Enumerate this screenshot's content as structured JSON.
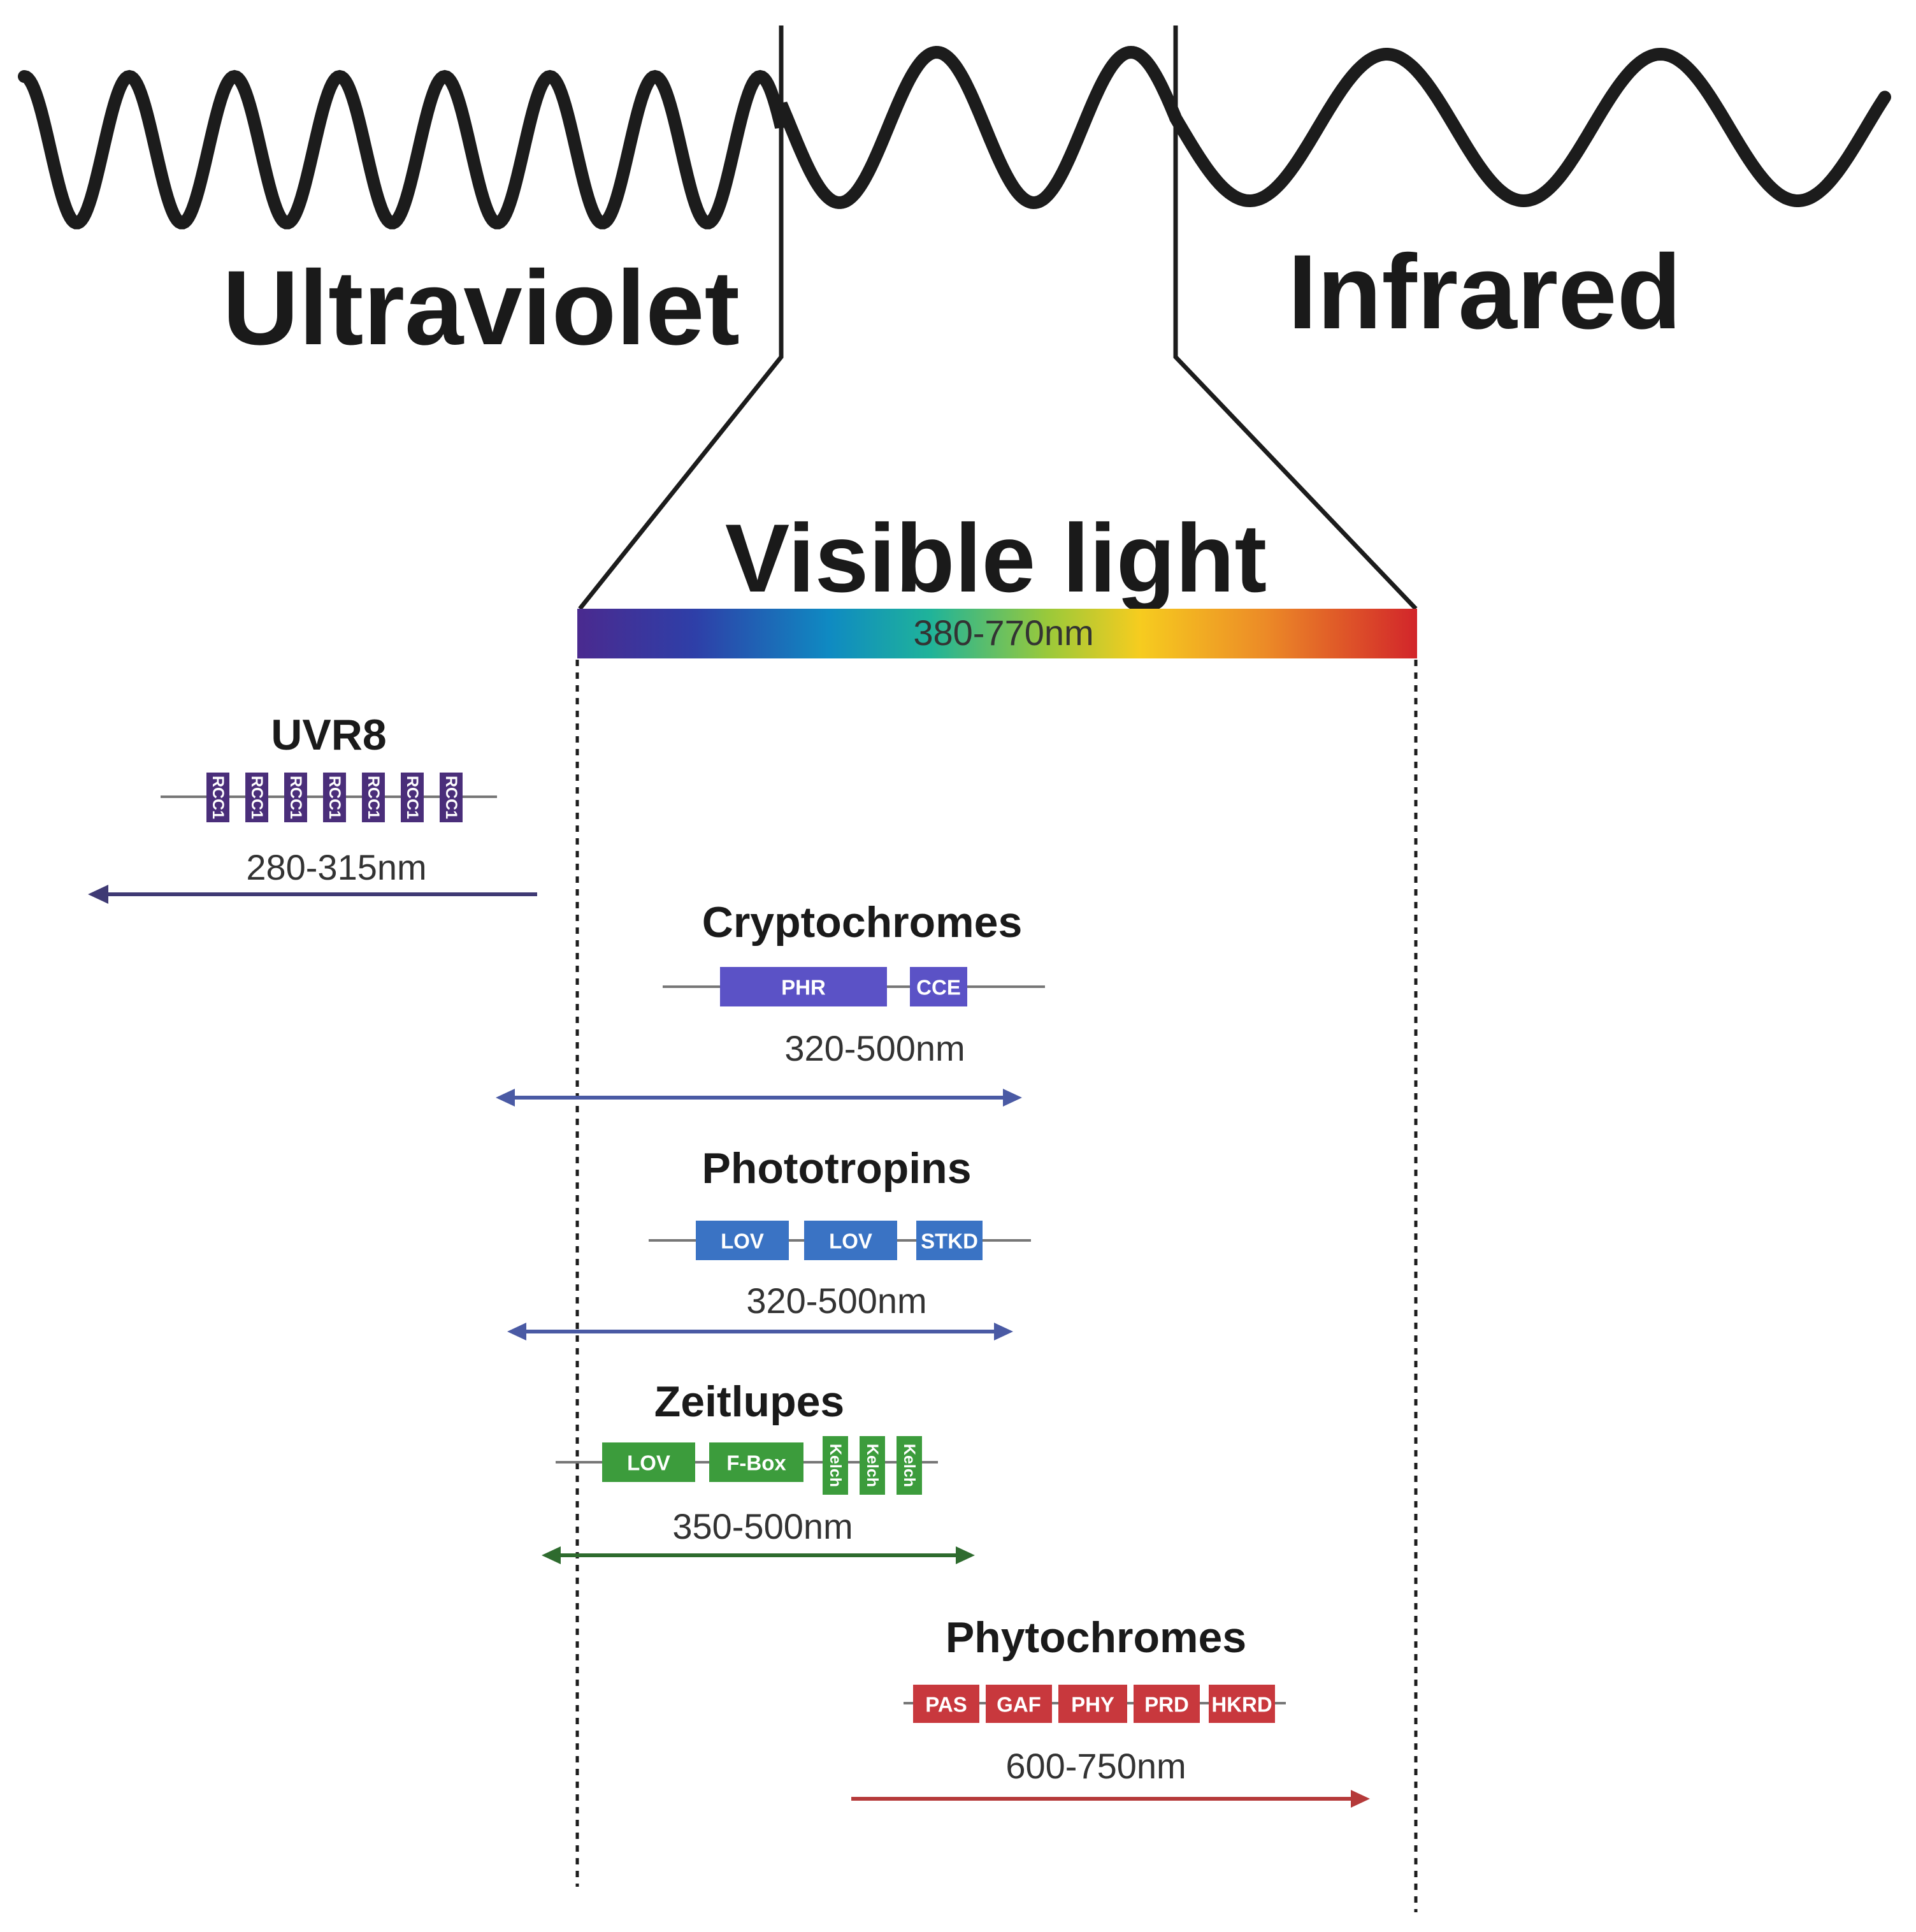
{
  "bands": {
    "uv_label": "Ultraviolet",
    "ir_label": "Infrared",
    "visible_label": "Visible light",
    "visible_range": "380-770nm"
  },
  "colors": {
    "uvr8": "#4a2e7a",
    "cryptochromes": "#5b52c6",
    "phototropins": "#3a73c4",
    "zeitlupes": "#3c9c3c",
    "phytochromes": "#c8383d",
    "crypto_arrow": "#4a5aa4",
    "photo_arrow": "#4a5aa4",
    "zeit_arrow": "#2e6b2e",
    "phyto_arrow": "#b53a3a"
  },
  "proteins": [
    {
      "name": "UVR8",
      "range": "280-315nm",
      "domains": [
        "RCC1",
        "RCC1",
        "RCC1",
        "RCC1",
        "RCC1",
        "RCC1",
        "RCC1"
      ]
    },
    {
      "name": "Cryptochromes",
      "range": "320-500nm",
      "domains": [
        "PHR",
        "CCE"
      ]
    },
    {
      "name": "Phototropins",
      "range": "320-500nm",
      "domains": [
        "LOV",
        "LOV",
        "STKD"
      ]
    },
    {
      "name": "Zeitlupes",
      "range": "350-500nm",
      "domains": [
        "LOV",
        "F-Box",
        "Kelch",
        "Kelch",
        "Kelch"
      ]
    },
    {
      "name": "Phytochromes",
      "range": "600-750nm",
      "domains": [
        "PAS",
        "GAF",
        "PHY",
        "PRD",
        "HKRD"
      ]
    }
  ]
}
